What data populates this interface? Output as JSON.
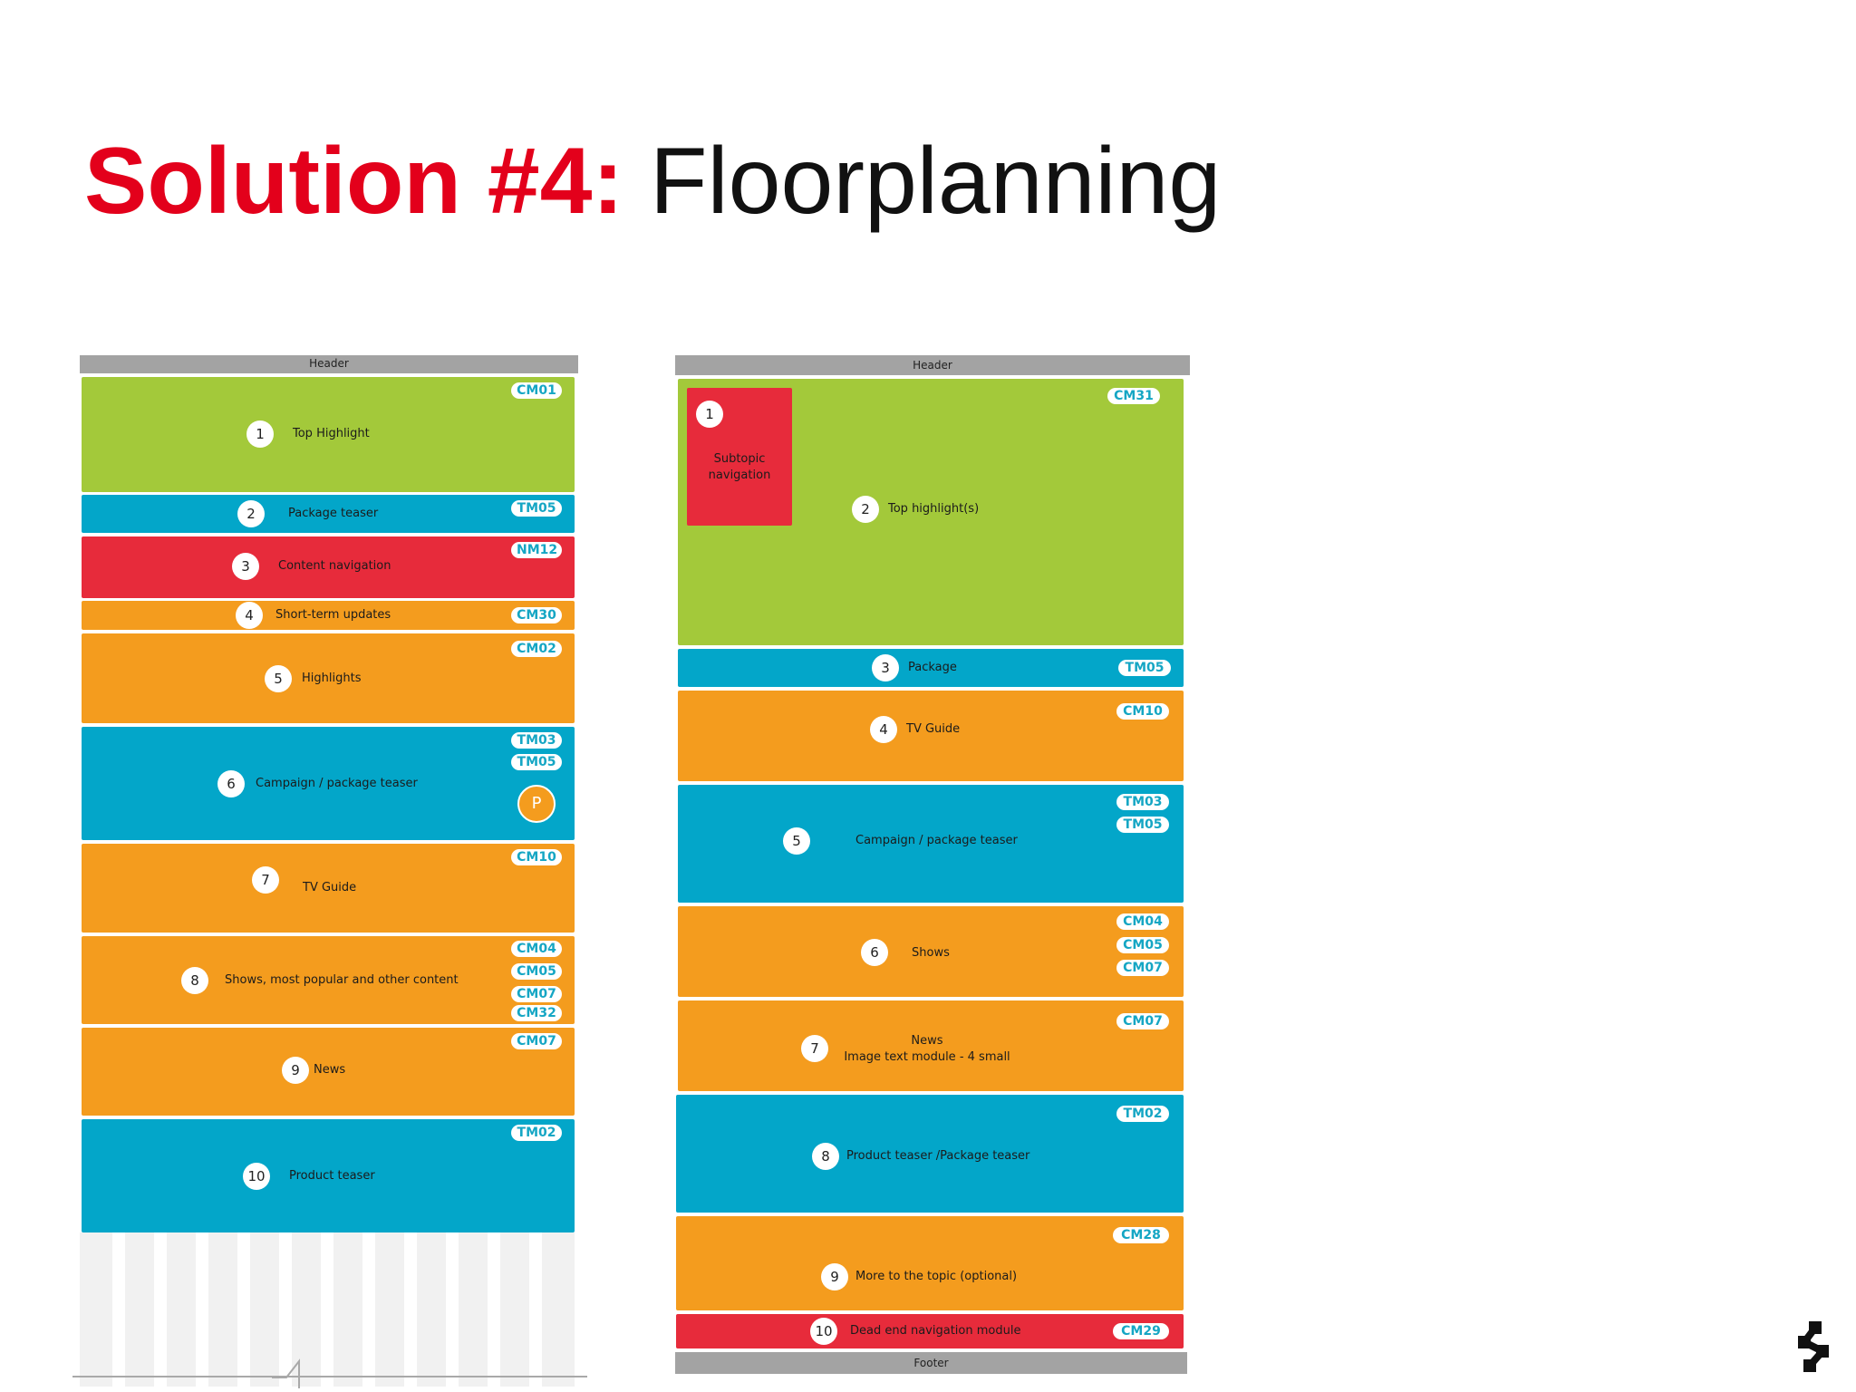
{
  "title": {
    "highlight": "Solution #4:",
    "rest": "Floorplanning"
  },
  "left": {
    "header": "Header",
    "blocks": [
      {
        "num": "1",
        "label": "Top Highlight",
        "tags": [
          "CM01"
        ]
      },
      {
        "num": "2",
        "label": "Package teaser",
        "tags": [
          "TM05"
        ]
      },
      {
        "num": "3",
        "label": "Content navigation",
        "tags": [
          "NM12"
        ]
      },
      {
        "num": "4",
        "label": "Short-term updates",
        "tags": [
          "CM30"
        ]
      },
      {
        "num": "5",
        "label": "Highlights",
        "tags": [
          "CM02"
        ]
      },
      {
        "num": "6",
        "label": "Campaign / package teaser",
        "tags": [
          "TM03",
          "TM05"
        ],
        "badge": "P"
      },
      {
        "num": "7",
        "label": "TV Guide",
        "tags": [
          "CM10"
        ]
      },
      {
        "num": "8",
        "label": "Shows, most popular and other content",
        "tags": [
          "CM04",
          "CM05",
          "CM07",
          "CM32"
        ]
      },
      {
        "num": "9",
        "label": "News",
        "tags": [
          "CM07"
        ]
      },
      {
        "num": "10",
        "label": "Product teaser",
        "tags": [
          "TM02"
        ]
      }
    ]
  },
  "right": {
    "header": "Header",
    "footer": "Footer",
    "subtopic": {
      "num": "1",
      "label_line1": "Subtopic",
      "label_line2": "navigation"
    },
    "blocks": [
      {
        "num": "2",
        "label": "Top highlight(s)",
        "tags": [
          "CM31"
        ]
      },
      {
        "num": "3",
        "label": "Package",
        "tags": [
          "TM05"
        ]
      },
      {
        "num": "4",
        "label": "TV Guide",
        "tags": [
          "CM10"
        ]
      },
      {
        "num": "5",
        "label": "Campaign / package teaser",
        "tags": [
          "TM03",
          "TM05"
        ]
      },
      {
        "num": "6",
        "label": "Shows",
        "tags": [
          "CM04",
          "CM05",
          "CM07"
        ]
      },
      {
        "num": "7",
        "label_line1": "News",
        "label_line2": "Image text module - 4 small",
        "tags": [
          "CM07"
        ]
      },
      {
        "num": "8",
        "label": "Product teaser /Package teaser",
        "tags": [
          "TM02"
        ]
      },
      {
        "num": "9",
        "label": "More to the topic (optional)",
        "tags": [
          "CM28"
        ]
      },
      {
        "num": "10",
        "label": "Dead end navigation module",
        "tags": [
          "CM29"
        ]
      }
    ]
  },
  "colors": {
    "accent_red": "#e3001b",
    "green": "#a3c93a",
    "blue": "#03a6c9",
    "red": "#e72b3b",
    "orange": "#f49c1e",
    "header_grey": "#a3a3a3"
  },
  "icons": {
    "brand_logo": "brand-logo-icon"
  }
}
